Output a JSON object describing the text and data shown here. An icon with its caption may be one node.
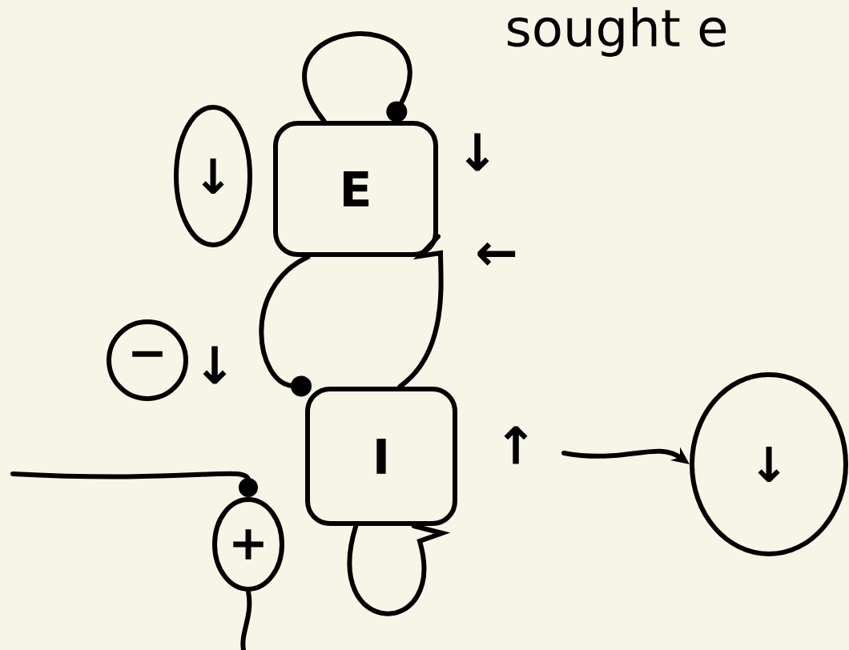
{
  "diagram": {
    "nodes": [
      {
        "text": [
          "E"
        ],
        "beside": [
          "↓"
        ]
      },
      {
        "text": [
          "I"
        ]
      },
      {
        "text": [
          "↓"
        ]
      },
      {
        "text": [
          "−"
        ],
        "beside": [
          "↓"
        ]
      },
      {
        "text": [
          "+"
        ]
      },
      {
        "text": [
          "↓"
        ]
      }
    ],
    "edges": [
      {
        "from": 0,
        "to": 0,
        "arrow": "other"
      },
      {
        "from": 0,
        "to": 1,
        "arrow": "other"
      },
      {
        "from": 1,
        "to": 0,
        "arrow": "none"
      },
      {
        "from": 1,
        "to": 1,
        "arrow": "none"
      },
      {
        "from": null,
        "to": 4,
        "arrow": "other"
      },
      {
        "from": 4,
        "to": null,
        "arrow": "none"
      },
      {
        "from": null,
        "to": 5,
        "arrow": "to"
      }
    ],
    "labels": [
      "sought e",
      "←",
      "↑"
    ]
  }
}
